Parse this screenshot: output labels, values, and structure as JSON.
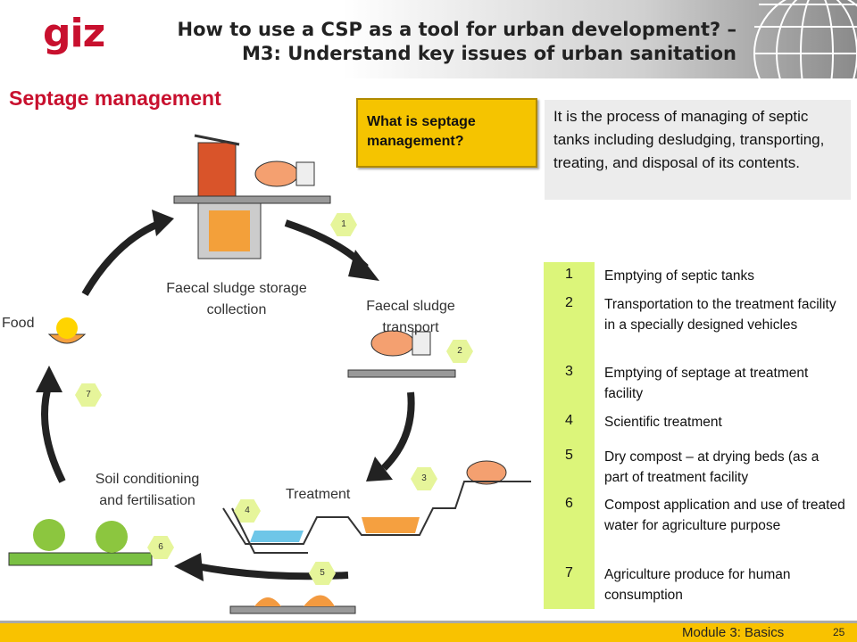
{
  "header": {
    "logo": "giz",
    "title_line1": "How to use a CSP as a tool for urban development? –",
    "title_line2": "M3: Understand key issues of urban sanitation"
  },
  "subtitle": "Septage management",
  "question": "What is septage management?",
  "answer": "It is the process of managing of septic tanks including desludging, transporting, treating, and disposal of its contents.",
  "diagram": {
    "labels": {
      "storage": "Faecal sludge storage collection",
      "transport": "Faecal sludge transport",
      "treatment": "Treatment",
      "soil": "Soil conditioning and fertilisation",
      "food": "Food"
    },
    "badges": [
      "1",
      "2",
      "3",
      "4",
      "5",
      "6",
      "7"
    ]
  },
  "steps": [
    {
      "num": "1",
      "text": "Emptying of septic tanks"
    },
    {
      "num": "2",
      "text": "Transportation to the treatment facility in a specially designed vehicles"
    },
    {
      "num": "3",
      "text": "Emptying of septage at treatment facility"
    },
    {
      "num": "4",
      "text": "Scientific treatment"
    },
    {
      "num": "5",
      "text": "Dry compost – at drying beds (as a part of treatment facility"
    },
    {
      "num": "6",
      "text": "Compost application and use of treated water for agriculture purpose"
    },
    {
      "num": "7",
      "text": "Agriculture produce for human consumption"
    }
  ],
  "footer": {
    "module": "Module 3: Basics",
    "page": "25"
  }
}
